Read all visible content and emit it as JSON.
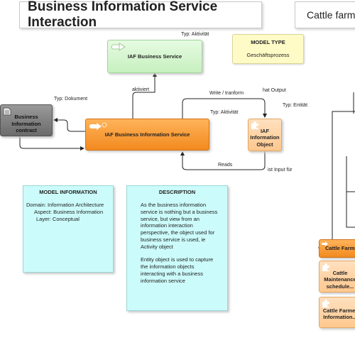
{
  "title": "Business Information Service Interaction",
  "title2": "Cattle farmi",
  "model_type": {
    "heading": "MODEL TYPE",
    "value": "Geschäftsprozess"
  },
  "nodes": {
    "iaf_business_service": {
      "label": "IAF Business Service",
      "type_label": "Typ: Aktivität"
    },
    "contract": {
      "label": "Business Information contract",
      "type_label": "Typ: Dokument"
    },
    "iaf_bis": {
      "label": "IAF Business Information Service",
      "type_label": "Typ: Aktivität"
    },
    "iaf_info_object": {
      "label": "IAF Information Object",
      "type_label": "Typ: Entität"
    }
  },
  "edges": {
    "aktiviert": "aktiviert",
    "write": "Write / tranform",
    "hat_output": "hat Output",
    "reads": "Reads",
    "ist_input": "ist Input für"
  },
  "model_info": {
    "heading": "MODEL INFORMATION",
    "domain": "Domain: Information Architecture",
    "aspect": "Aspect: Business Information",
    "layer": "Layer: Conceptual"
  },
  "description": {
    "heading": "DESCRIPTION",
    "p1": "As the business information service is nothing but a business service, but view from an information interaction perspective, the object used for business service is used, ie Activity object",
    "p2": "Entity object is used to capture the information objects interacting with a business information service"
  },
  "right_nodes": {
    "r1": "Cattle Farmin",
    "r2": "Cattle Maintenance schedule...",
    "r3": "Cattle Farmer Information..."
  },
  "colors": {
    "orange": "#f28a1f",
    "green": "#c7f0bf",
    "cyan": "#ccfbfb",
    "yellow": "#fffbc6",
    "peach": "#ffc88e",
    "gray": "#6b6b6b"
  }
}
